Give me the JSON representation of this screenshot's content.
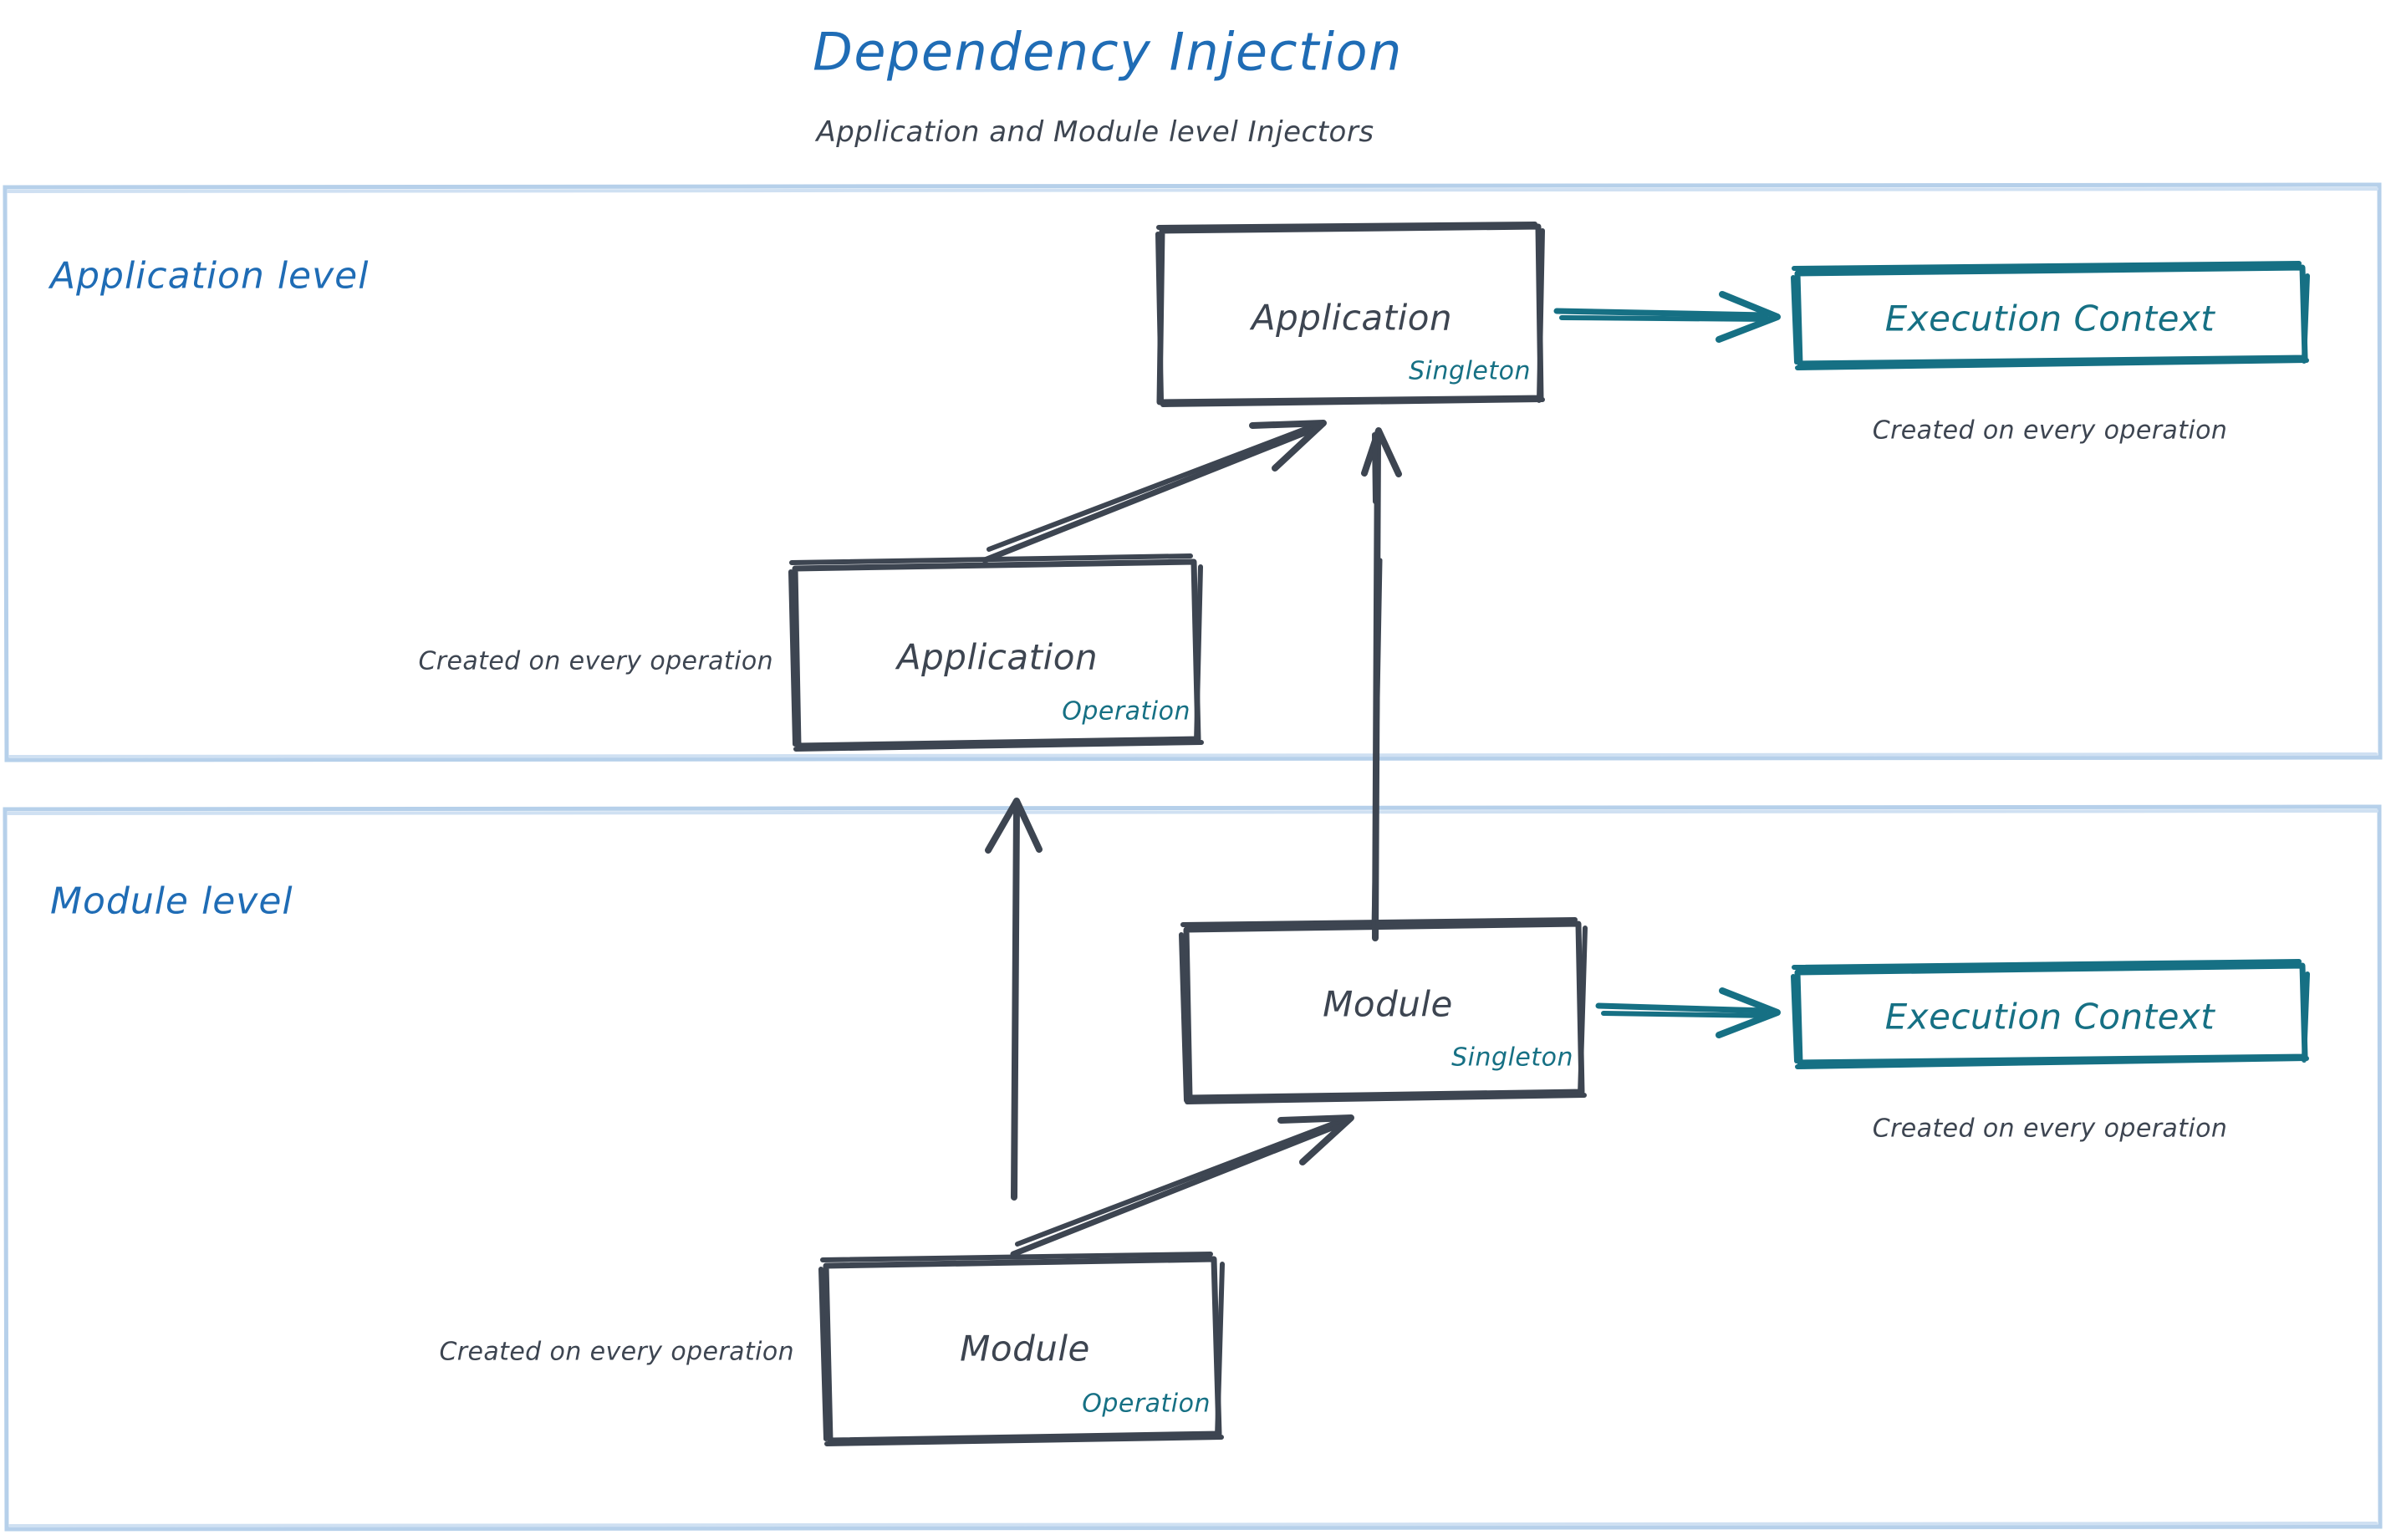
{
  "header": {
    "title": "Dependency Injection",
    "subtitle": "Application and Module level Injectors",
    "title_color": "#1f6cb5",
    "subtitle_color": "#3d4551"
  },
  "colors": {
    "accent_blue": "#1f6cb5",
    "container_border": "#b6d0ea",
    "node_stroke": "#3d4551",
    "teal": "#167084",
    "background": "#ffffff"
  },
  "containers": [
    {
      "label": "Application level"
    },
    {
      "label": "Module level"
    }
  ],
  "nodes": {
    "app_singleton": {
      "title": "Application",
      "scope": "Singleton"
    },
    "app_operation": {
      "title": "Application",
      "scope": "Operation"
    },
    "module_singleton": {
      "title": "Module",
      "scope": "Singleton"
    },
    "module_operation": {
      "title": "Module",
      "scope": "Operation"
    },
    "app_exec_context": {
      "title": "Execution Context"
    },
    "module_exec_context": {
      "title": "Execution Context"
    }
  },
  "captions": {
    "app_exec_context_note": "Created on every operation",
    "app_operation_note": "Created on every operation",
    "module_exec_context_note": "Created on every operation",
    "module_operation_note": "Created on every operation"
  },
  "edges": [
    {
      "name": "app-singleton-to-exec-context",
      "style": "teal-arrow"
    },
    {
      "name": "app-operation-to-app-singleton",
      "style": "dark-arrow"
    },
    {
      "name": "module-singleton-to-app-singleton",
      "style": "dark-arrow"
    },
    {
      "name": "module-operation-to-app-operation",
      "style": "dark-arrow"
    },
    {
      "name": "module-operation-to-module-singleton",
      "style": "dark-arrow"
    },
    {
      "name": "module-singleton-to-exec-context",
      "style": "teal-arrow"
    }
  ]
}
